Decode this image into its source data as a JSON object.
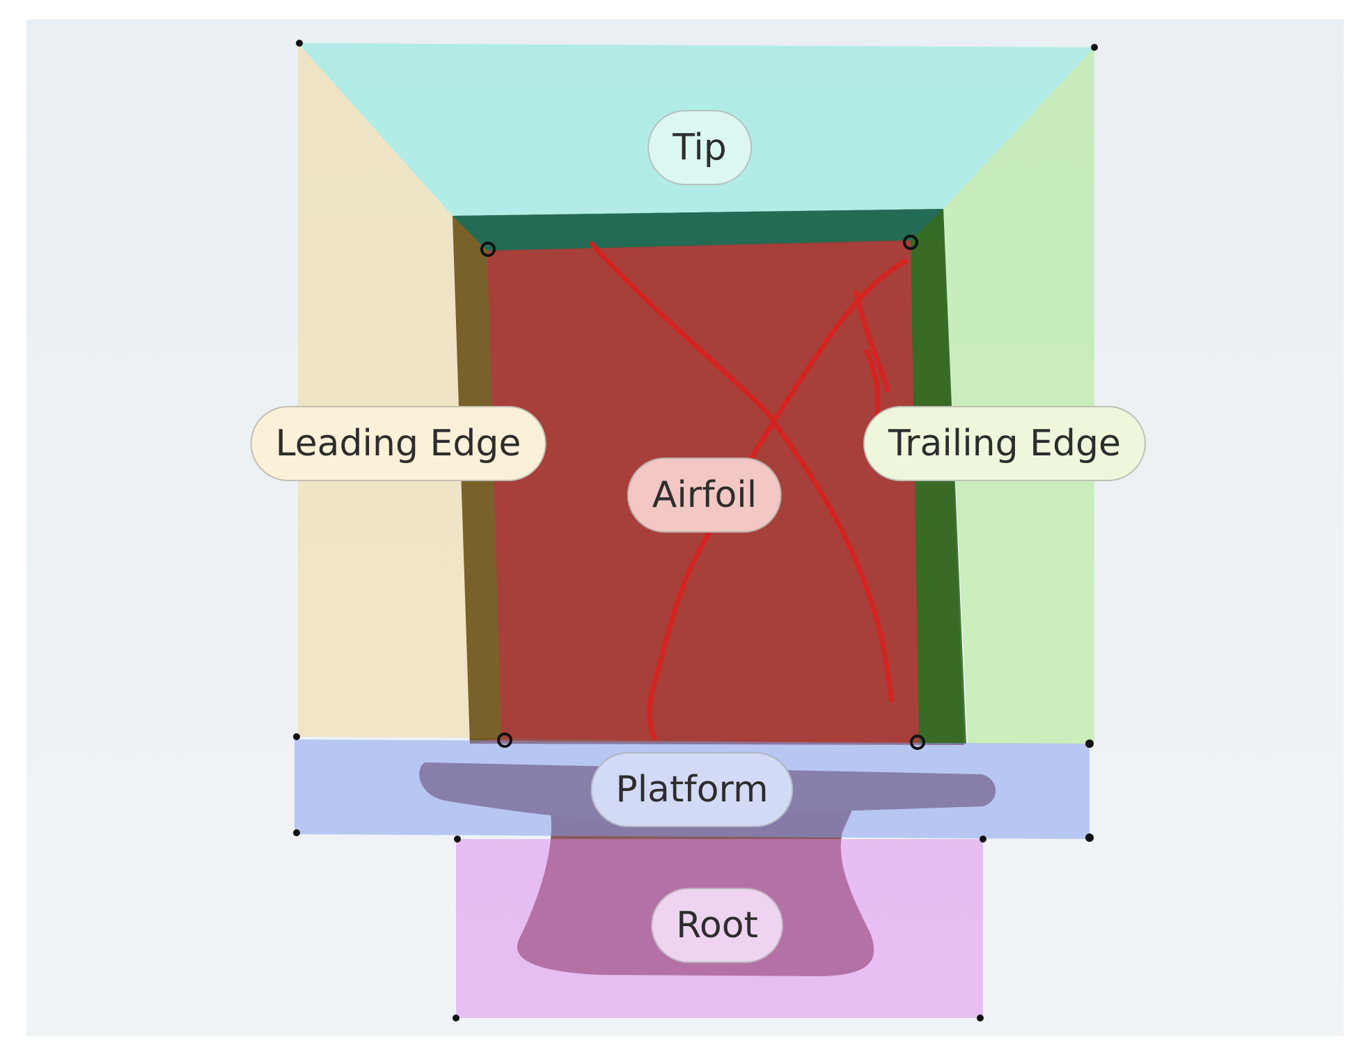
{
  "regions": {
    "tip": {
      "label": "Tip",
      "fill": "#6fe6d6",
      "chip": "#dcf7f2"
    },
    "leading": {
      "label": "Leading Edge",
      "fill": "#f5d48e",
      "chip": "#fbf0d8"
    },
    "trailing": {
      "label": "Trailing Edge",
      "fill": "#a6ea84",
      "chip": "#eef7dc"
    },
    "airfoil": {
      "label": "Airfoil",
      "fill": "#b33333",
      "chip": "#f2c7c4"
    },
    "platform": {
      "label": "Platform",
      "fill": "#7f9bf0",
      "chip": "#d3daf6"
    },
    "root": {
      "label": "Root",
      "fill": "#dc87ee",
      "chip": "#eed4f1"
    }
  },
  "colors": {
    "background": "#ebf0f4",
    "blade_metal": "#8b5a4a",
    "crack_marks": "#d9201e",
    "leading_band": "#6b5a1f",
    "trailing_band": "#2f6e23",
    "tip_band": "#1c6e58"
  }
}
